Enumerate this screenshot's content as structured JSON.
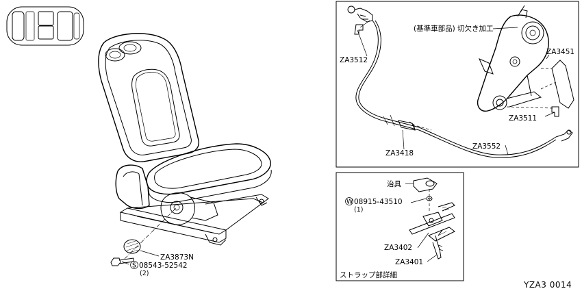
{
  "main": {
    "parts": {
      "za3873n": "ZA3873N",
      "bolt_code": "08543-52542",
      "bolt_marker": "S",
      "bolt_qty": "(2)"
    }
  },
  "detail_top": {
    "note": "(基準車部品) 切欠き加工",
    "za3512": "ZA3512",
    "za3451": "ZA3451",
    "za3511": "ZA3511",
    "za3418": "ZA3418",
    "za3552": "ZA3552"
  },
  "detail_bottom": {
    "jig": "治具",
    "washer_marker": "W",
    "washer_code": "08915-43510",
    "washer_qty": "(1)",
    "za3402": "ZA3402",
    "za3401": "ZA3401",
    "caption": "ストラップ部詳細"
  },
  "footer": {
    "drawing_ref": "YZA3  0014"
  },
  "colors": {
    "line": "#000000",
    "background": "#ffffff",
    "thumb_fill": "#000000"
  }
}
